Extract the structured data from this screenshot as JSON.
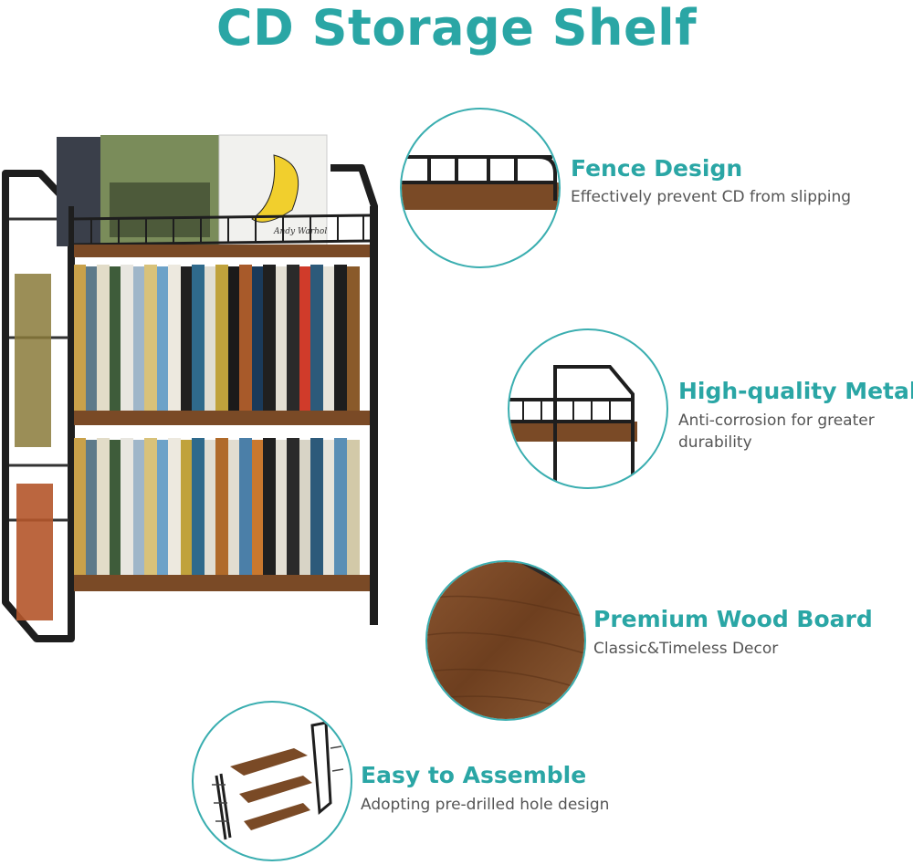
{
  "page": {
    "title": "CD Storage Shelf"
  },
  "product_image": {
    "album_1_text": "",
    "album_2_text": "Andy Warhol"
  },
  "features": [
    {
      "title": "Fence Design",
      "description": "Effectively prevent CD from slipping"
    },
    {
      "title": "High-quality Metal",
      "description_line1": "Anti-corrosion for greater",
      "description_line2": "durability"
    },
    {
      "title": "Premium Wood Board",
      "description": "Classic&Timeless Decor"
    },
    {
      "title": "Easy to Assemble",
      "description": "Adopting pre-drilled hole design"
    }
  ],
  "colors": {
    "accent": "#2aa6a5",
    "metal": "#1f1f1f",
    "wood": "#7a4a26",
    "text_secondary": "#555555"
  }
}
